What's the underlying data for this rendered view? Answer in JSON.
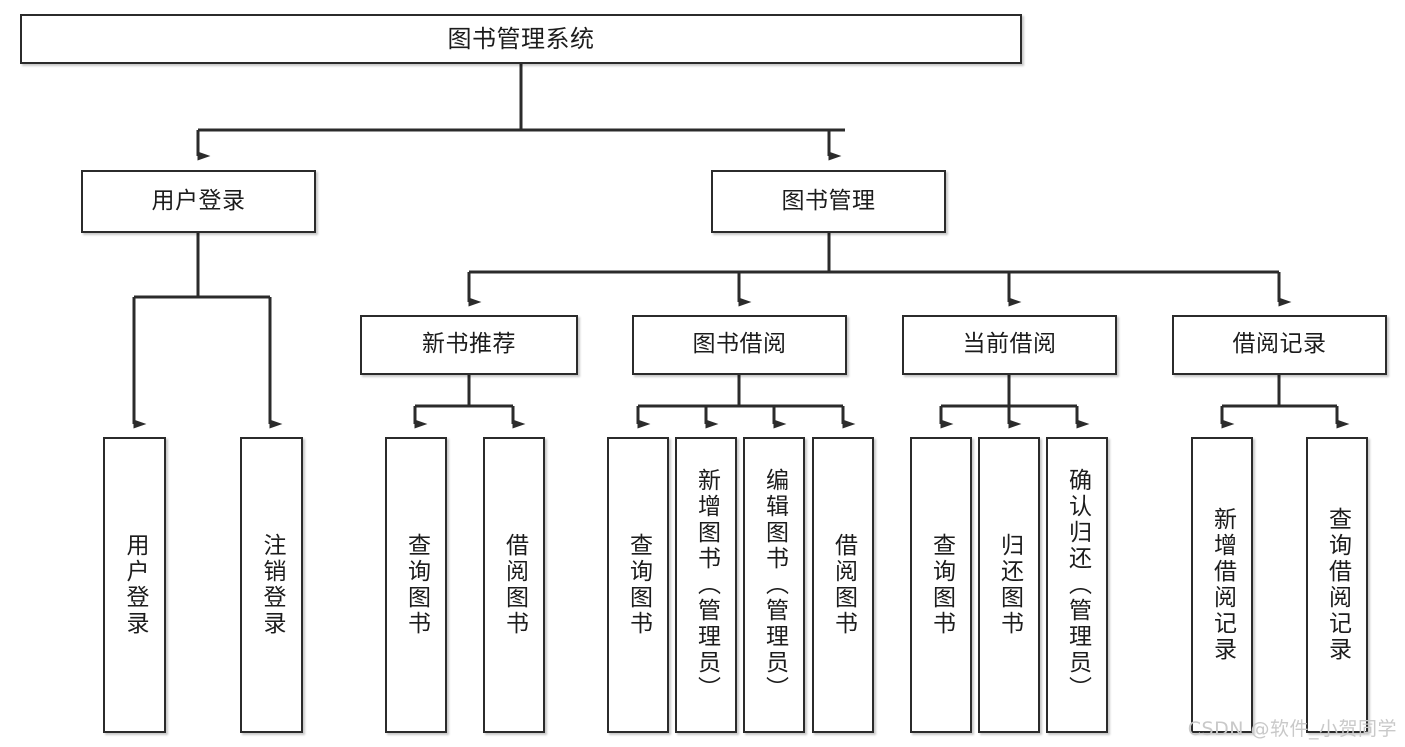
{
  "diagram": {
    "title": "图书管理系统",
    "type": "tree-hierarchy-chart",
    "colors": {
      "box_border": "#2b2b2b",
      "box_fill": "#ffffff",
      "connector": "#2b2b2b",
      "text": "#1c1c1c",
      "watermark": "#c9c9c9",
      "background": "#ffffff"
    },
    "root": {
      "label": "图书管理系统"
    },
    "level2": [
      {
        "label": "用户登录"
      },
      {
        "label": "图书管理"
      }
    ],
    "level3": [
      {
        "label": "新书推荐"
      },
      {
        "label": "图书借阅"
      },
      {
        "label": "当前借阅"
      },
      {
        "label": "借阅记录"
      }
    ],
    "leaves": {
      "user_login": [
        {
          "label": "用户登录"
        },
        {
          "label": "注销登录"
        }
      ],
      "new_book_recommend": [
        {
          "label": "查询图书"
        },
        {
          "label": "借阅图书"
        }
      ],
      "book_borrow": [
        {
          "label": "查询图书"
        },
        {
          "label": "新增图书（管理员）"
        },
        {
          "label": "编辑图书（管理员）"
        },
        {
          "label": "借阅图书"
        }
      ],
      "current_borrow": [
        {
          "label": "查询图书"
        },
        {
          "label": "归还图书"
        },
        {
          "label": "确认归还（管理员）"
        }
      ],
      "borrow_record": [
        {
          "label": "新增借阅记录"
        },
        {
          "label": "查询借阅记录"
        }
      ]
    }
  },
  "watermark": {
    "text": "CSDN @软件_小贺同学"
  }
}
